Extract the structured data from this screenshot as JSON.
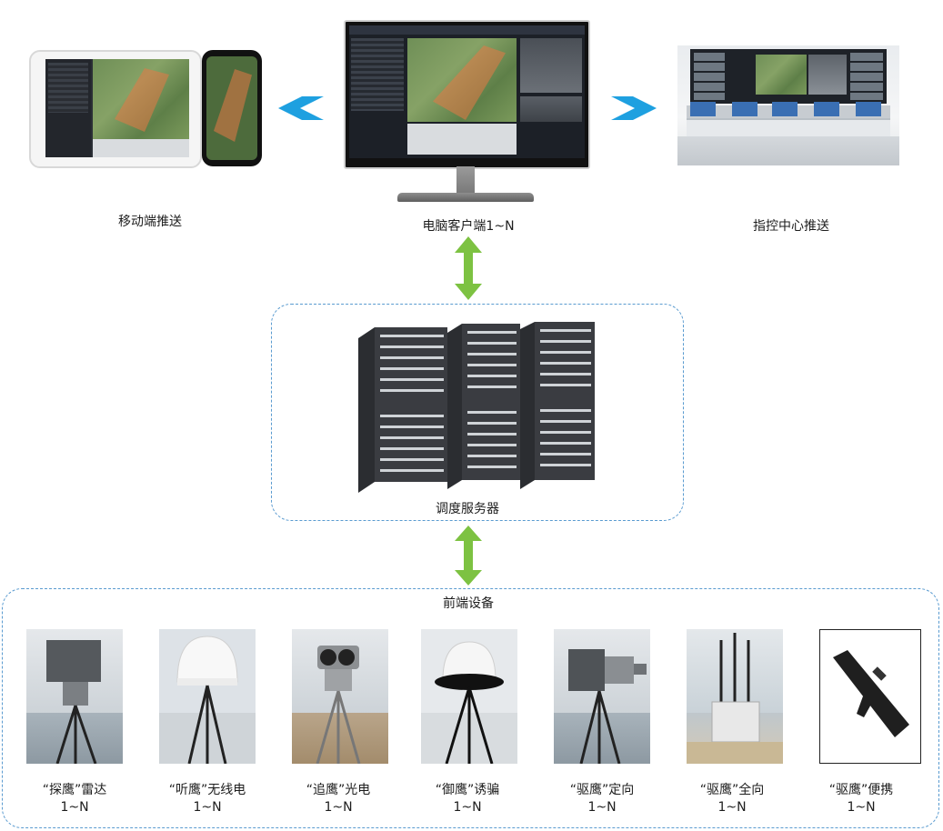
{
  "top": {
    "mobile_label": "移动端推送",
    "client_label": "电脑客户端1~N",
    "command_label": "指控中心推送"
  },
  "server": {
    "label": "调度服务器"
  },
  "frontend": {
    "group_label": "前端设备",
    "devices": [
      {
        "name": "“探鹰”雷达",
        "count": "1~N"
      },
      {
        "name": "“听鹰”无线电",
        "count": "1~N"
      },
      {
        "name": "“追鹰”光电",
        "count": "1~N"
      },
      {
        "name": "“御鹰”诱骗",
        "count": "1~N"
      },
      {
        "name": "“驱鹰”定向",
        "count": "1~N"
      },
      {
        "name": "“驱鹰”全向",
        "count": "1~N"
      },
      {
        "name": "“驱鹰”便携",
        "count": "1~N"
      }
    ]
  },
  "colors": {
    "arrow_blue": "#1ea0e0",
    "arrow_green": "#7dc242",
    "dash_border": "#5a9bd0"
  }
}
